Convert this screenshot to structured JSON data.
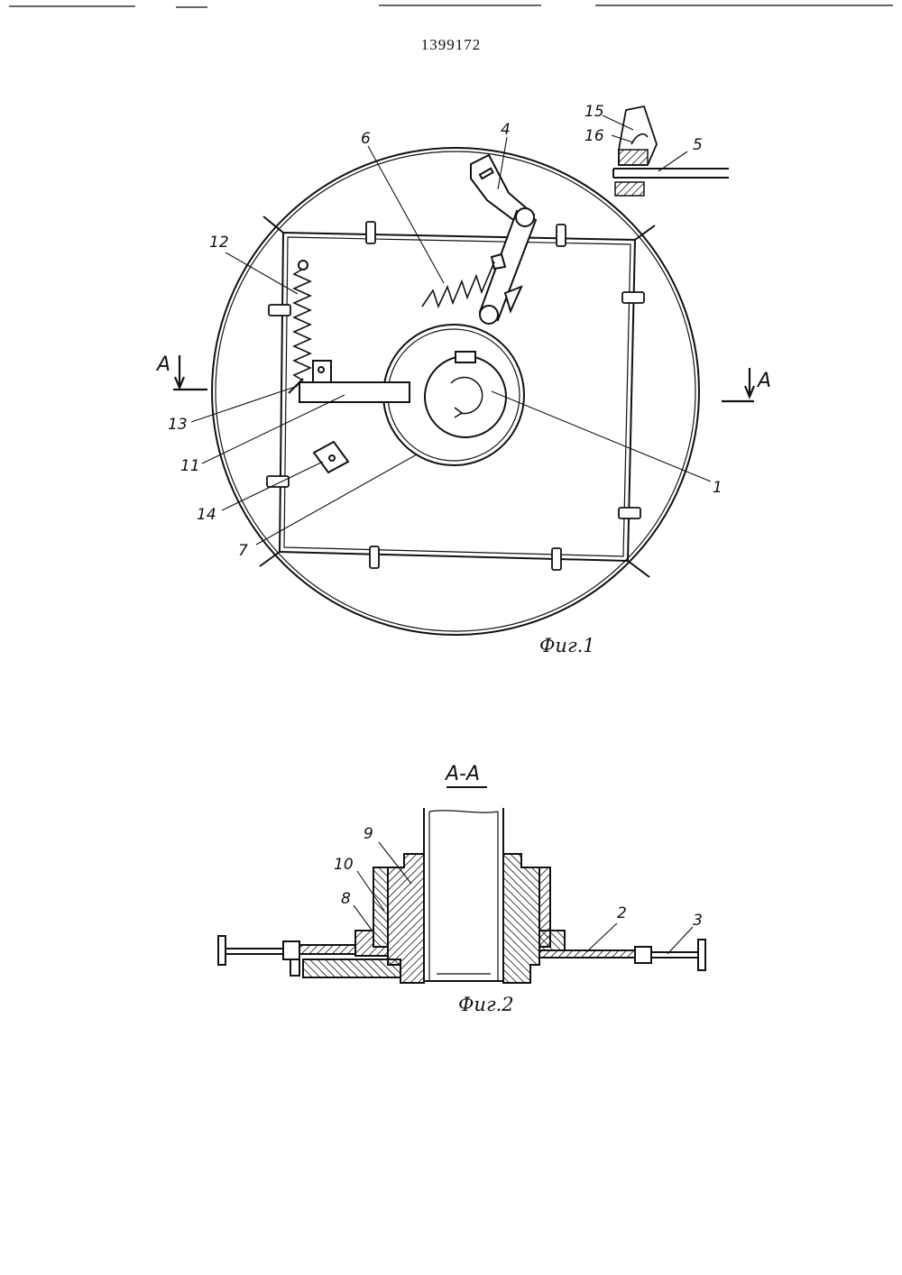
{
  "header": {
    "patent_number": "1399172"
  },
  "figure1": {
    "caption": "Фиг.1",
    "section_marks": {
      "left": "A",
      "right": "A"
    },
    "labels": {
      "l1": "1",
      "l4": "4",
      "l5": "5",
      "l6": "6",
      "l7": "7",
      "l11": "11",
      "l12": "12",
      "l13": "13",
      "l14": "14",
      "l15": "15",
      "l16": "16"
    }
  },
  "figure2": {
    "caption": "Фиг.2",
    "section_title": "A-A",
    "labels": {
      "l2": "2",
      "l3": "3",
      "l8": "8",
      "l9": "9",
      "l10": "10"
    }
  }
}
